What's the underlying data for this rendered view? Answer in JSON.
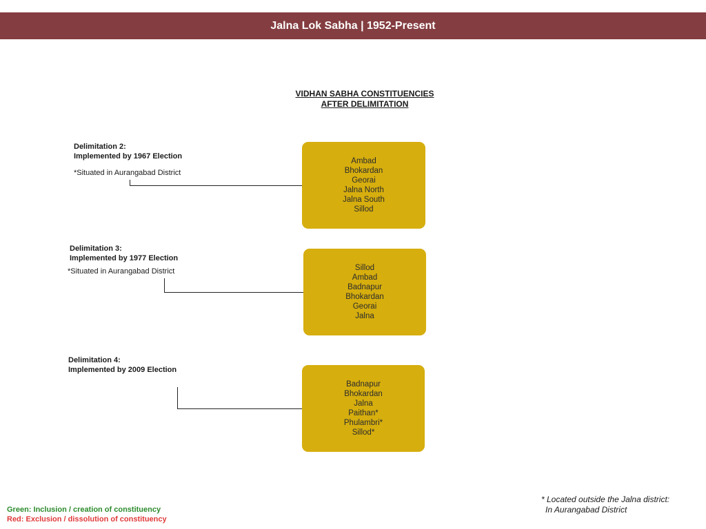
{
  "header": {
    "title": "Jalna Lok Sabha | 1952-Present"
  },
  "section_heading": {
    "line1": "VIDHAN SABHA CONSTITUENCIES",
    "line2": "AFTER DELIMITATION"
  },
  "delimitations": [
    {
      "title_line1": "Delimitation 2:",
      "title_line2": "Implemented by 1967 Election",
      "note": "*Situated in Aurangabad District",
      "constituencies": [
        "Ambad",
        "Bhokardan",
        "Georai",
        "Jalna North",
        "Jalna South",
        "Sillod"
      ]
    },
    {
      "title_line1": "Delimitation 3:",
      "title_line2": "Implemented by 1977 Election",
      "note": "*Situated in Aurangabad District",
      "constituencies": [
        "Sillod",
        "Ambad",
        "Badnapur",
        "Bhokardan",
        "Georai",
        "Jalna"
      ]
    },
    {
      "title_line1": "Delimitation 4:",
      "title_line2": "Implemented by 2009 Election",
      "note": "",
      "constituencies": [
        "Badnapur",
        "Bhokardan",
        "Jalna",
        "Paithan*",
        "Phulambri*",
        "Sillod*"
      ]
    }
  ],
  "legend": {
    "green": "Green: Inclusion / creation of constituency",
    "red": "Red: Exclusion / dissolution of constituency"
  },
  "footnote": {
    "line1": "* Located outside the Jalna district:",
    "line2": "In Aurangabad District"
  },
  "colors": {
    "banner": "#843d40",
    "box": "#d6ae0e",
    "green": "#2e8b2e",
    "red": "#e03a3a"
  }
}
